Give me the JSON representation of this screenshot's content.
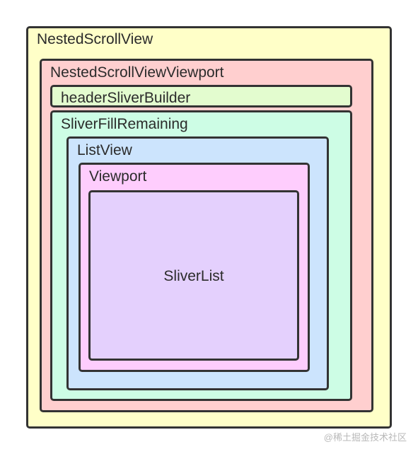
{
  "boxes": {
    "nested_scroll_view": {
      "label": "NestedScrollView",
      "color": "#ffffc8"
    },
    "nested_scroll_view_viewport": {
      "label": "NestedScrollViewViewport",
      "color": "#ffcfcf"
    },
    "header_sliver_builder": {
      "label": "headerSliverBuilder",
      "color": "#e3fccf"
    },
    "sliver_fill_remaining": {
      "label": "SliverFillRemaining",
      "color": "#cdfde5"
    },
    "list_view": {
      "label": "ListView",
      "color": "#cce4fd"
    },
    "viewport": {
      "label": "Viewport",
      "color": "#fecdfd"
    },
    "sliver_list": {
      "label": "SliverList",
      "color": "#e4d0fd"
    }
  },
  "watermark": "@稀土掘金技术社区"
}
